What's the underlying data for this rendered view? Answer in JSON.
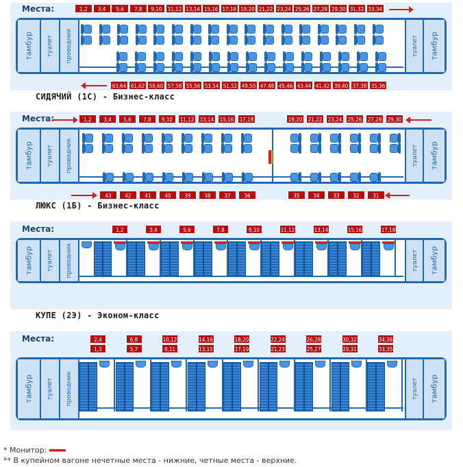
{
  "labels": {
    "mesta": "Места:",
    "tambur": "тамбур",
    "toilet": "туалет",
    "conductor": "проводник"
  },
  "section1": {
    "caption": "СИДЯЧИЙ (1С) - Бизнес-класс",
    "top_seats": [
      "1,2",
      "3,4",
      "5,6",
      "7,8",
      "9,10",
      "11,12",
      "13,14",
      "15,16",
      "17,18",
      "19,20",
      "21,22",
      "23,24",
      "25,26",
      "27,28",
      "29,30",
      "31,32",
      "33,34"
    ],
    "bottom_seats": [
      "63,64",
      "61,62",
      "59,60",
      "57,58",
      "55,56",
      "53,54",
      "51,52",
      "49,50",
      "47,48",
      "45,46",
      "43,44",
      "41,42",
      "39,40",
      "37,38",
      "35,36"
    ]
  },
  "section2": {
    "caption": "ЛЮКС (1Б) - Бизнес-класс",
    "top_left": [
      "1,2",
      "3,4",
      "5,6",
      "7,8",
      "9,10",
      "11,12",
      "13,14",
      "15,16",
      "17,18"
    ],
    "top_right": [
      "19,20",
      "21,22",
      "23,24",
      "25,26",
      "27,28",
      "29,30"
    ],
    "bottom_left": [
      "43",
      "42",
      "41",
      "40",
      "39",
      "38",
      "37",
      "36"
    ],
    "bottom_right": [
      "35",
      "34",
      "33",
      "32",
      "31"
    ]
  },
  "section3": {
    "caption": "КУПЕ (2Э) - Эконом-класс",
    "seats": [
      "1,2",
      "3,4",
      "5,6",
      "7,8",
      "9,10",
      "11,12",
      "13,14",
      "15,16",
      "17,18"
    ]
  },
  "section4": {
    "upper": [
      "2,4",
      "6,8",
      "10,12",
      "14,16",
      "18,20",
      "22,24",
      "26,28",
      "30,32",
      "34,36"
    ],
    "lower": [
      "1,3",
      "5,7",
      "9,11",
      "13,15",
      "17,19",
      "21,23",
      "25,27",
      "29,31",
      "33,35"
    ]
  },
  "footnotes": {
    "monitor": "* Монитор:",
    "berths": "** В купейном вагоне нечетные места - нижние, четные места - верхние."
  },
  "colors": {
    "badge": "#b60e0e",
    "car_outline": "#1e69b5",
    "panel_bg": "#e3effa",
    "arrow": "#d21e1e"
  }
}
